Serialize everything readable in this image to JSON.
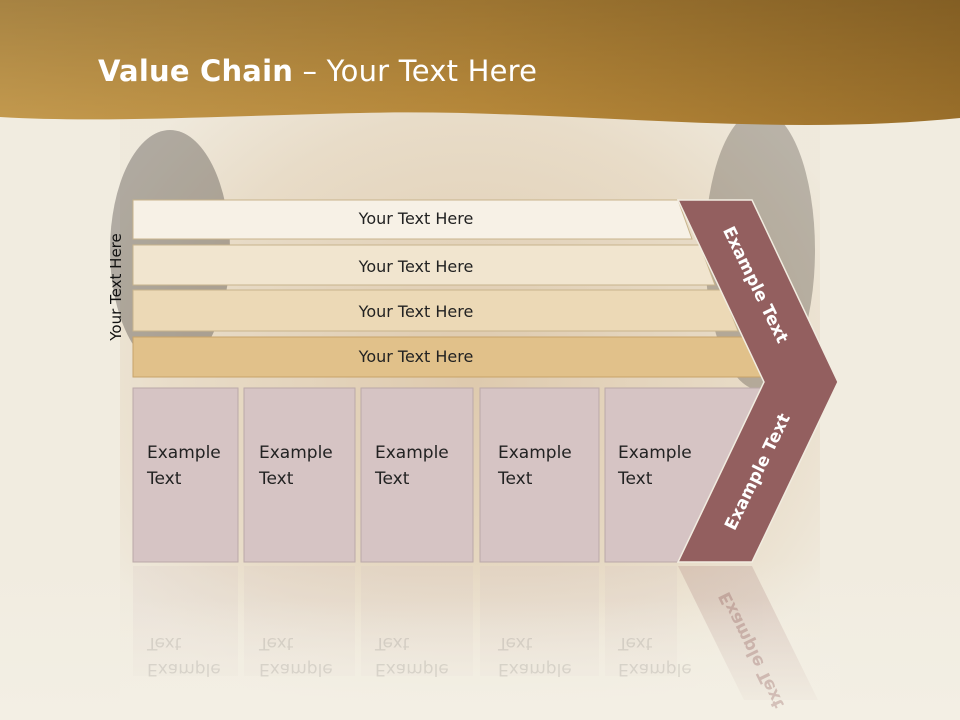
{
  "slide": {
    "title_bold": "Value Chain",
    "title_rest": " – Your Text Here",
    "side_label": "Your Text Here"
  },
  "bars": [
    {
      "label": "Your Text Here"
    },
    {
      "label": "Your Text Here"
    },
    {
      "label": "Your Text Here"
    },
    {
      "label": "Your Text Here"
    }
  ],
  "boxes": [
    {
      "label": "Example\nText"
    },
    {
      "label": "Example\nText"
    },
    {
      "label": "Example\nText"
    },
    {
      "label": "Example\nText"
    },
    {
      "label": "Example\nText"
    }
  ],
  "chevron": {
    "upper_label": "Example Text",
    "lower_label": "Example Text"
  },
  "colors": {
    "header": "#b88a35",
    "bar1": "#f7f1e6",
    "bar2": "#f1e5cf",
    "bar3": "#ecd9b6",
    "bar4": "#e1c18a",
    "box": "#d6c4c4",
    "chevron": "#935f5f"
  }
}
